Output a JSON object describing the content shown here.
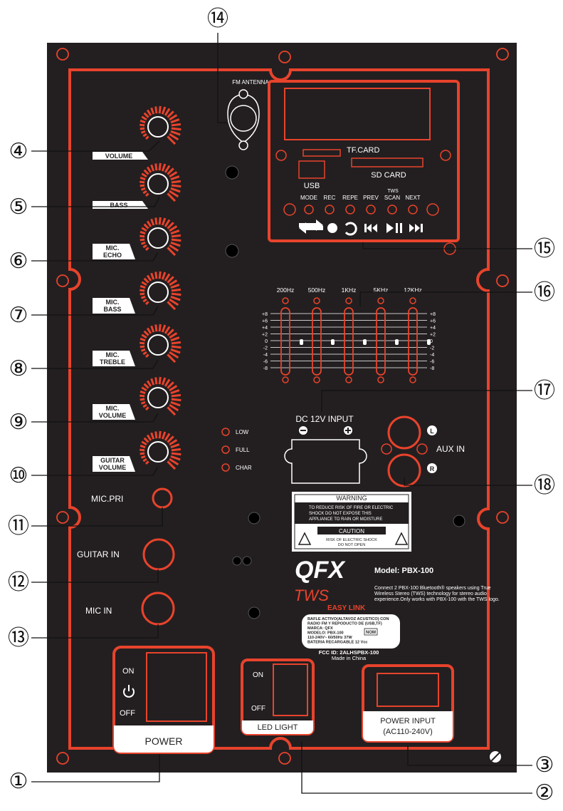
{
  "colors": {
    "panel": "#231f20",
    "accent": "#e8432c",
    "white": "#ffffff",
    "callout": "#111111"
  },
  "callouts": [
    "①",
    "②",
    "③",
    "④",
    "⑤",
    "⑥",
    "⑦",
    "⑧",
    "⑨",
    "⑩",
    "⑪",
    "⑫",
    "⑬",
    "⑭",
    "⑮",
    "⑯",
    "⑰",
    "⑱"
  ],
  "knobs": {
    "volume": "VOLUME",
    "bass": "BASS",
    "mic_echo": [
      "MIC.",
      "ECHO"
    ],
    "mic_bass": [
      "MIC.",
      "BASS"
    ],
    "mic_treble": [
      "MIC.",
      "TREBLE"
    ],
    "mic_volume": [
      "MIC.",
      "VOLUME"
    ],
    "guitar_volume": [
      "GUITAR",
      "VOLUME"
    ]
  },
  "fm_antenna": "FM ANTENNA",
  "media": {
    "tf_card": "TF.CARD",
    "usb": "USB",
    "sd_card": "SD CARD",
    "tws": "TWS",
    "buttons": [
      "MODE",
      "REC",
      "REPE",
      "PREV",
      "SCAN",
      "NEXT"
    ]
  },
  "eq": {
    "bands": [
      "200Hz",
      "500Hz",
      "1KHz",
      "5KHz",
      "12KHz"
    ],
    "scale": [
      "+8",
      "+6",
      "+4",
      "+2",
      "0",
      "-2",
      "-4",
      "-6",
      "-8"
    ]
  },
  "indicators": [
    "LOW",
    "FULL",
    "CHAR"
  ],
  "dc_input": "DC 12V INPUT",
  "aux": {
    "label": "AUX IN",
    "left": "L",
    "right": "R"
  },
  "jacks": {
    "mic_pri": "MIC.PRI",
    "guitar_in": "GUITAR IN",
    "mic_in": "MIC IN"
  },
  "warning": {
    "title": "WARNING",
    "lines": [
      "TO REDUCE RISK OF FIRE OR ELECTRIC",
      "SHOCK DO NOT EXPOSE THIS",
      "APPLIANCE TO RAIN OR MOISTURE"
    ],
    "caution": "CAUTION",
    "caution_lines": [
      "RISK OF ELECTRIC SHOCK",
      "DO NOT OPEN"
    ]
  },
  "brand": {
    "logo": "QFX",
    "model": "Model: PBX-100"
  },
  "tws": {
    "logo": "TWS",
    "easy_link": "EASY LINK",
    "desc": [
      "Connect 2 PBX-100 Bluetooth® speakers using True",
      "Wireless Stereo (TWS) technology for stereo audio",
      "experience.Only works with PBX-100 with the TWS logo."
    ]
  },
  "spec": {
    "lines": [
      "BAFLE ACTIVO(ALTAVOZ ACUSTICO) CON",
      "RADIO FM Y REPODUCTO DE (USB,TF)",
      "MARCA: QFX",
      "MODELO: PBX-100",
      "110-240V~ 60/50Hz 37W",
      "BATERIA RECARGABLE 12 Vcc"
    ],
    "nom": "NOM",
    "fcc": "FCC ID: 2ALHSPBX-100",
    "made": "Made in China"
  },
  "power": {
    "on": "ON",
    "off": "OFF",
    "label": "POWER"
  },
  "led_light": {
    "on": "ON",
    "off": "OFF",
    "label": "LED LIGHT"
  },
  "power_input": [
    "POWER INPUT",
    "(AC110-240V)"
  ]
}
